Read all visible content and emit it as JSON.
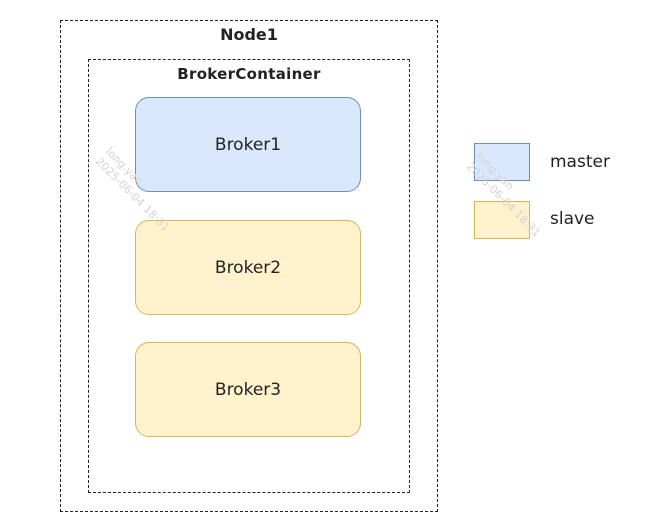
{
  "node": {
    "title": "Node1"
  },
  "container": {
    "title": "BrokerContainer"
  },
  "brokers": [
    {
      "label": "Broker1",
      "role": "master"
    },
    {
      "label": "Broker2",
      "role": "slave"
    },
    {
      "label": "Broker3",
      "role": "slave"
    }
  ],
  "legend": {
    "master": {
      "label": "master",
      "fill": "#dae8fc",
      "stroke": "#6c8ebf"
    },
    "slave": {
      "label": "slave",
      "fill": "#fff2cc",
      "stroke": "#d6b656"
    }
  },
  "watermark": {
    "line1": "long.yan",
    "line2": "2025-06-04 18:31"
  }
}
